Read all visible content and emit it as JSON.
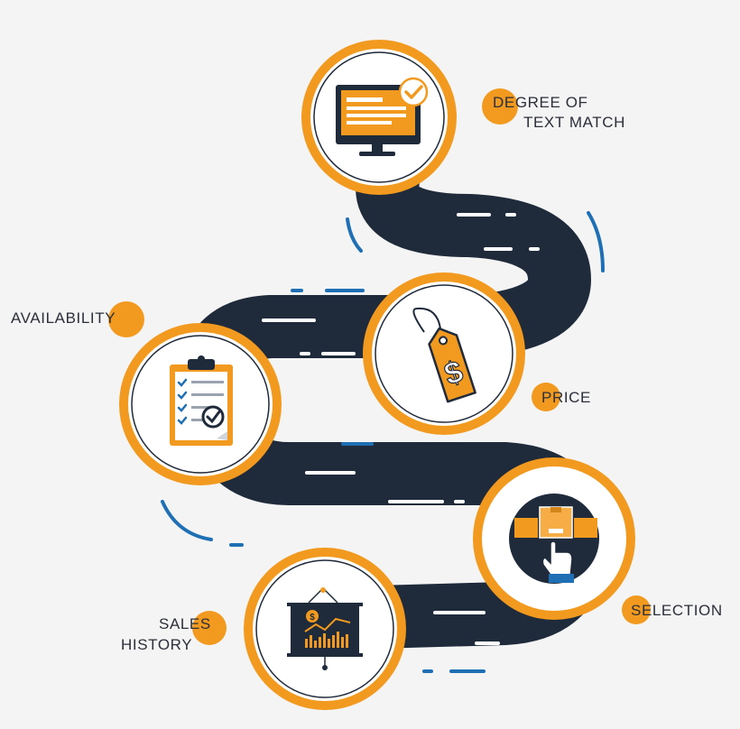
{
  "colors": {
    "background": "#f4f4f4",
    "road": "#1f2a3a",
    "orange": "#f29a1f",
    "blue": "#1f6fb5",
    "text": "#2b2f3a"
  },
  "steps": [
    {
      "label": "DEGREE OF",
      "label2": "TEXT MATCH",
      "icon": "monitor-checkmark-icon"
    },
    {
      "label": "PRICE",
      "icon": "price-tag-dollar-icon"
    },
    {
      "label": "AVAILABILITY",
      "icon": "clipboard-checklist-icon"
    },
    {
      "label": "SELECTION",
      "icon": "boxes-hand-pointer-icon"
    },
    {
      "label": "SALES",
      "label2": "HISTORY",
      "icon": "sales-chart-board-icon"
    }
  ]
}
